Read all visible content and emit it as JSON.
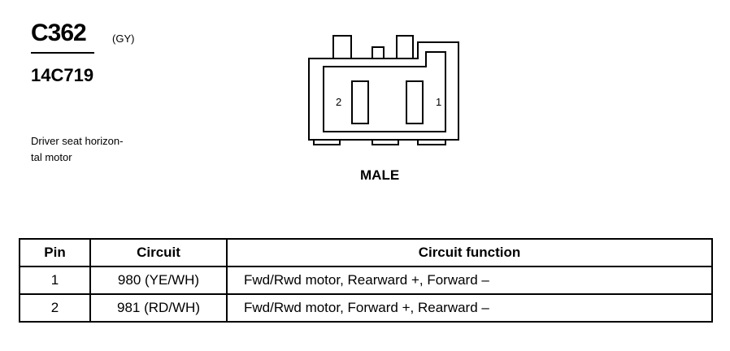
{
  "header": {
    "connector_id": "C362",
    "color_code": "(GY)",
    "part_number": "14C719"
  },
  "description": [
    "Driver seat horizon-",
    "tal motor"
  ],
  "connector": {
    "pin_left_label": "2",
    "pin_right_label": "1",
    "gender": "MALE"
  },
  "table": {
    "headers": [
      "Pin",
      "Circuit",
      "Circuit function"
    ],
    "rows": [
      {
        "pin": "1",
        "circuit": "980 (YE/WH)",
        "function": "Fwd/Rwd motor, Rearward +, Forward –"
      },
      {
        "pin": "2",
        "circuit": "981 (RD/WH)",
        "function": "Fwd/Rwd motor, Forward +, Rearward –"
      }
    ]
  }
}
